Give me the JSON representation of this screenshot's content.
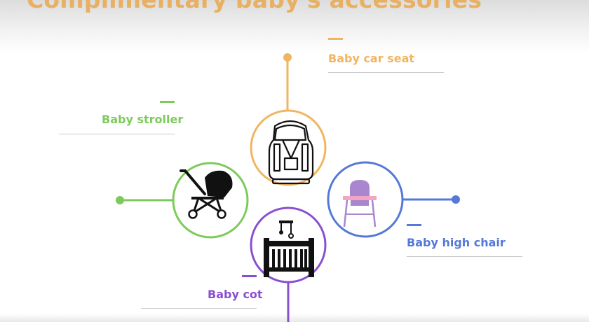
{
  "title": "Complimentary baby's accessories",
  "colors": {
    "title": "#e7b062",
    "car_seat": "#f1b561",
    "stroller": "#7ccb5a",
    "high_chair": "#5578d9",
    "cot": "#8a4fd0",
    "high_chair_pink": "#f1a7c1",
    "high_chair_purple": "#a986cf"
  },
  "items": [
    {
      "id": "car-seat",
      "label": "Baby car seat",
      "icon": "car-seat-icon"
    },
    {
      "id": "stroller",
      "label": "Baby stroller",
      "icon": "stroller-icon"
    },
    {
      "id": "high-chair",
      "label": "Baby high chair",
      "icon": "high-chair-icon"
    },
    {
      "id": "cot",
      "label": "Baby cot",
      "icon": "crib-icon"
    }
  ]
}
